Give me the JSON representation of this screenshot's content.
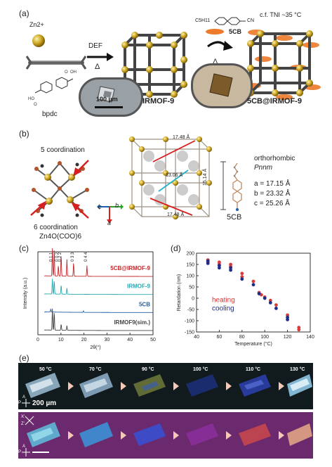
{
  "panel_a": {
    "label": "(a)",
    "zn_label": "Zn2+",
    "linker_name": "bpdc",
    "solvent": "DEF",
    "delta": "Δ",
    "scale_bar": "100 µm",
    "irmof_label": "IRMOF-9",
    "guest_label": "5CB",
    "guest_formula_left": "C5H11",
    "guest_formula_right": "CN",
    "tni_note": "c.f. TNI ~35 °C",
    "delta2": "Δ",
    "composite_label": "5CB@IRMOF-9"
  },
  "panel_b": {
    "label": "(b)",
    "coord5": "5 coordination",
    "coord6": "6 coordination",
    "cluster_formula": "Zn4O(COO)6",
    "dist1": "17.48 Å",
    "dist2": "13.06 Å",
    "dist3": "17.48 Å",
    "height_dim": "15.14 Å",
    "guest": "5CB",
    "axis_c": "c",
    "axis_b": "b",
    "axis_a": "a",
    "crystal_system": "orthorhombic",
    "space_group": "Pnnm",
    "cell_a": "a = 17.15 Å",
    "cell_b": "b = 23.32 Å",
    "cell_c": "c = 25.26 Å"
  },
  "panel_c": {
    "label": "(c)"
  },
  "panel_d": {
    "label": "(d)"
  },
  "panel_e": {
    "label": "(e)",
    "temps": [
      "50 °C",
      "70 °C",
      "90 °C",
      "100 °C",
      "110 °C",
      "130 °C"
    ],
    "scale_bar": "200 µm",
    "polarizer_top": "P",
    "analyzer_top": "A",
    "polarizer_bottom": "P",
    "analyzer_bottom": "A",
    "compensator_x": "X'",
    "compensator_z": "Z'"
  },
  "chart_data": [
    {
      "type": "line",
      "panel": "(c)",
      "xlabel": "2θ(°)",
      "ylabel": "Intensity (a.u.)",
      "xlim": [
        0,
        50
      ],
      "xticks": [
        0,
        10,
        20,
        30,
        40,
        50
      ],
      "series": [
        {
          "name": "5CB@IRMOF-9",
          "color": "#c0282d",
          "offset": 3,
          "peaks": [
            [
              6.3,
              0.9
            ],
            [
              7.1,
              0.9
            ],
            [
              8.9,
              0.35
            ],
            [
              10.1,
              0.7
            ],
            [
              12.6,
              0.55
            ],
            [
              15.5,
              0.45
            ],
            [
              21.3,
              0.35
            ]
          ]
        },
        {
          "name": "IRMOF-9",
          "color": "#2aa6b0",
          "offset": 2,
          "peaks": [
            [
              6.3,
              0.5
            ],
            [
              7.1,
              0.45
            ],
            [
              10.1,
              0.3
            ],
            [
              12.6,
              0.2
            ]
          ]
        },
        {
          "name": "5CB",
          "color": "#1f5fa8",
          "offset": 1,
          "peaks": [
            [
              5.6,
              0.1
            ],
            [
              19.8,
              0.05
            ]
          ]
        },
        {
          "name": "IRMOF9(sim.)",
          "color": "#444444",
          "offset": 0,
          "peaks": [
            [
              6.3,
              0.7
            ],
            [
              7.1,
              0.6
            ],
            [
              10.1,
              0.2
            ],
            [
              12.6,
              0.15
            ]
          ]
        }
      ],
      "peak_labels": [
        {
          "x": 6.3,
          "text": "0 1 1"
        },
        {
          "x": 8.9,
          "text": "0 0 2"
        },
        {
          "x": 10.1,
          "text": "0 2 2"
        },
        {
          "x": 15.5,
          "text": "0 3 3"
        },
        {
          "x": 21.3,
          "text": "0 4 4"
        }
      ]
    },
    {
      "type": "scatter",
      "panel": "(d)",
      "xlabel": "Temperature (°C)",
      "ylabel": "Retardation (nm)",
      "xlim": [
        40,
        140
      ],
      "ylim": [
        -150,
        200
      ],
      "xticks": [
        40,
        60,
        80,
        100,
        120,
        140
      ],
      "yticks": [
        -150,
        -100,
        -50,
        0,
        50,
        100,
        150,
        200
      ],
      "series": [
        {
          "name": "heating",
          "color": "#d93a3a",
          "points": [
            [
              50,
              170
            ],
            [
              50,
              160
            ],
            [
              60,
              160
            ],
            [
              60,
              150
            ],
            [
              70,
              150
            ],
            [
              70,
              140
            ],
            [
              80,
              110
            ],
            [
              80,
              95
            ],
            [
              90,
              75
            ],
            [
              95,
              25
            ],
            [
              97,
              15
            ],
            [
              100,
              5
            ],
            [
              105,
              -10
            ],
            [
              110,
              -30
            ],
            [
              120,
              -75
            ],
            [
              130,
              -130
            ],
            [
              130,
              -140
            ]
          ]
        },
        {
          "name": "cooling",
          "color": "#1c2d8c",
          "points": [
            [
              50,
              165
            ],
            [
              50,
              155
            ],
            [
              60,
              145
            ],
            [
              60,
              135
            ],
            [
              70,
              135
            ],
            [
              70,
              125
            ],
            [
              80,
              85
            ],
            [
              90,
              60
            ],
            [
              95,
              20
            ],
            [
              100,
              0
            ],
            [
              105,
              -20
            ],
            [
              110,
              -45
            ],
            [
              120,
              -85
            ],
            [
              120,
              -95
            ]
          ]
        }
      ]
    }
  ]
}
